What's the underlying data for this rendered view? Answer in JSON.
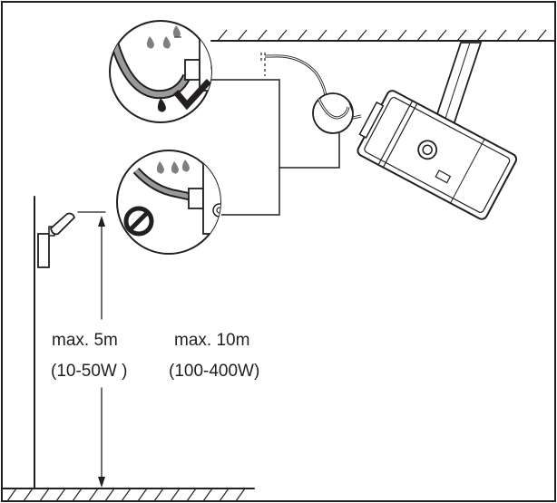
{
  "labels": {
    "small_height": "max. 5m",
    "small_range": "(10-50W )",
    "large_height": "max. 10m",
    "large_range": "(100-400W)"
  },
  "callouts": [
    {
      "id": "correct-drip-loop",
      "verdict": "correct",
      "icon": "checkmark-icon"
    },
    {
      "id": "incorrect-cable",
      "verdict": "incorrect",
      "icon": "prohibited-icon"
    }
  ],
  "colors": {
    "line": "#231f20",
    "cable_gray": "#9a9a9a",
    "water_gray": "#7f7f7f"
  }
}
